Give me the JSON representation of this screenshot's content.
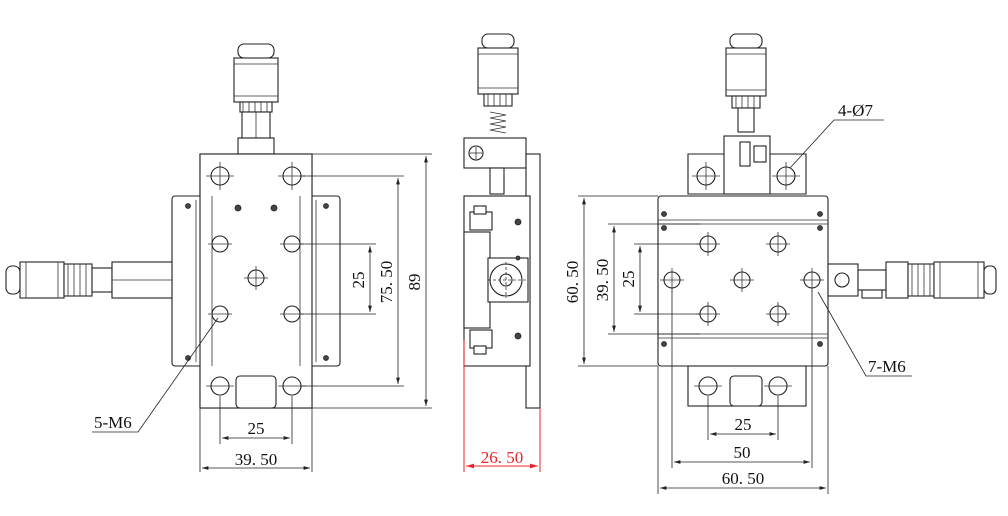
{
  "front_view": {
    "dim_hole_horizontal": "25",
    "dim_width": "39. 50",
    "dim_hole_vertical": "25",
    "dim_pitch_vertical": "75. 50",
    "dim_height": "89",
    "callout_thread": "5-M6"
  },
  "side_view": {
    "dim_thickness": "26. 50"
  },
  "top_view": {
    "callout_holes": "4-Ø7",
    "callout_thread": "7-M6",
    "dim_height_outer": "60. 50",
    "dim_height_inner": "39. 50",
    "dim_hole_vertical": "25",
    "dim_hole_horizontal": "25",
    "dim_pitch_horizontal": "50",
    "dim_width": "60. 50"
  },
  "colors": {
    "line": "#222222",
    "highlight_dimension": "#e8262a"
  }
}
